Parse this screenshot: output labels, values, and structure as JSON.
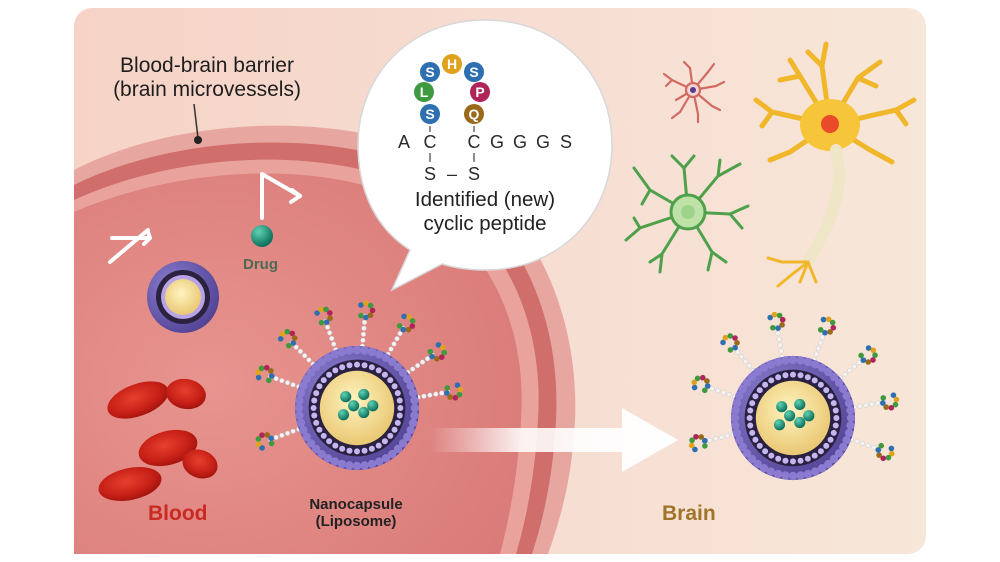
{
  "labels": {
    "bbb_line1": "Blood-brain barrier",
    "bbb_line2": "(brain microvessels)",
    "drug": "Drug",
    "blood": "Blood",
    "brain": "Brain",
    "nanocapsule_line1": "Nanocapsule",
    "nanocapsule_line2": "(Liposome)",
    "peptide_line1": "Identified (new)",
    "peptide_line2": "cyclic peptide"
  },
  "peptide": {
    "ring_residues": [
      "S",
      "H",
      "S",
      "L",
      "P",
      "S",
      "Q"
    ],
    "ring_colors": [
      "#2d6fb0",
      "#e0a21d",
      "#2d6fb0",
      "#3f9a3f",
      "#b0245a",
      "#2d6fb0",
      "#9a6a1a"
    ],
    "linear_left": [
      "A",
      "C"
    ],
    "linear_right": [
      "C",
      "G",
      "G",
      "G",
      "S"
    ],
    "bond_left": "S",
    "bond_right": "S",
    "bond_dash": "–"
  },
  "colors": {
    "blood_text": "#c92a22",
    "brain_text": "#a07429",
    "capsule": "#6a5aa8",
    "drug": "#1e8a74"
  }
}
